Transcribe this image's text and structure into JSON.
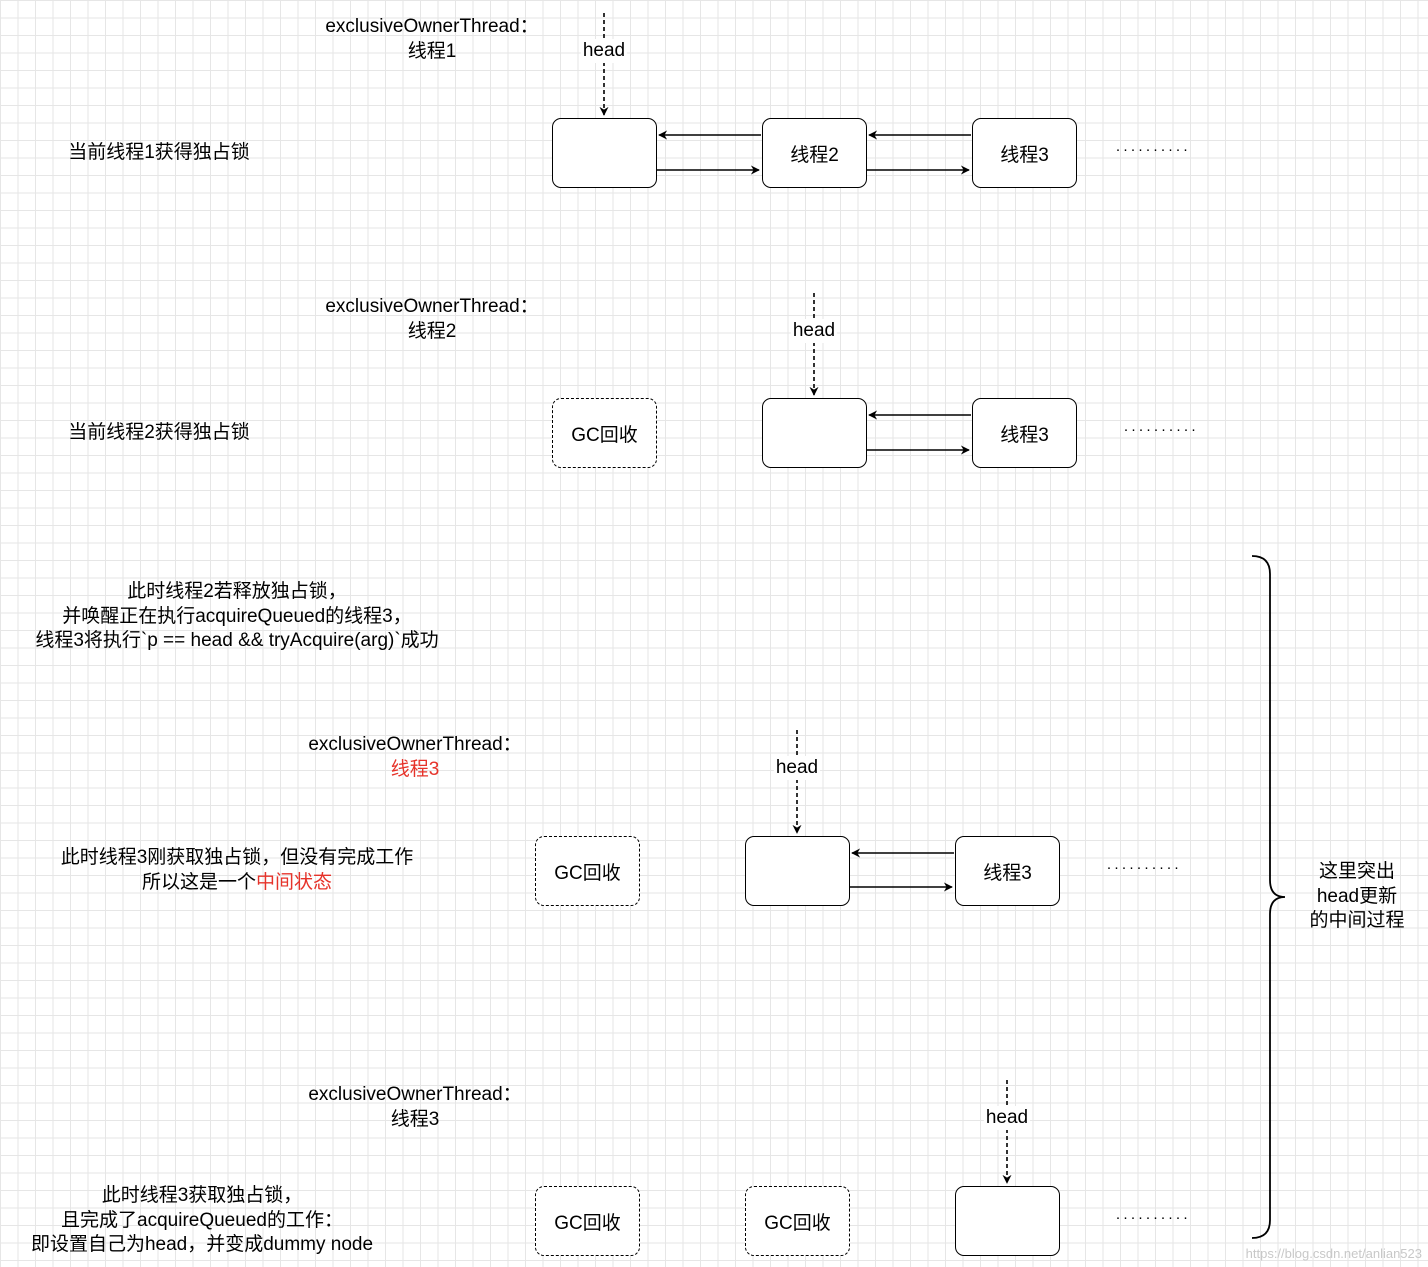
{
  "node_empty_text": "",
  "stage1": {
    "owner_label": "exclusiveOwnerThread：",
    "owner_value": "线程1",
    "head_label": "head",
    "desc": "当前线程1获得独占锁",
    "node2": "线程2",
    "node3": "线程3",
    "ellipsis": "··········"
  },
  "stage2": {
    "owner_label": "exclusiveOwnerThread：",
    "owner_value": "线程2",
    "head_label": "head",
    "desc": "当前线程2获得独占锁",
    "gc": "GC回收",
    "node3": "线程3",
    "ellipsis": "··········"
  },
  "release_note": {
    "line1": "此时线程2若释放独占锁，",
    "line2": "并唤醒正在执行acquireQueued的线程3，",
    "line3": "线程3将执行`p == head && tryAcquire(arg)`成功"
  },
  "stage3": {
    "owner_label": "exclusiveOwnerThread：",
    "owner_value": "线程3",
    "head_label": "head",
    "desc_line1": "此时线程3刚获取独占锁，但没有完成工作",
    "desc_line2_prefix": "所以这是一个",
    "desc_line2_highlight": "中间状态",
    "gc": "GC回收",
    "node3": "线程3",
    "ellipsis": "··········"
  },
  "stage4": {
    "owner_label": "exclusiveOwnerThread：",
    "owner_value": "线程3",
    "head_label": "head",
    "desc_line1": "此时线程3获取独占锁，",
    "desc_line2": "且完成了acquireQueued的工作：",
    "desc_line3": "即设置自己为head，并变成dummy node",
    "gc1": "GC回收",
    "gc2": "GC回收",
    "ellipsis": "··········"
  },
  "brace_note": {
    "line1": "这里突出",
    "line2": "head更新",
    "line3": "的中间过程"
  },
  "watermark": "https://blog.csdn.net/anlian523",
  "colors": {
    "line": "#000000",
    "highlight": "#e6332a",
    "grid": "#e6e6e6"
  }
}
